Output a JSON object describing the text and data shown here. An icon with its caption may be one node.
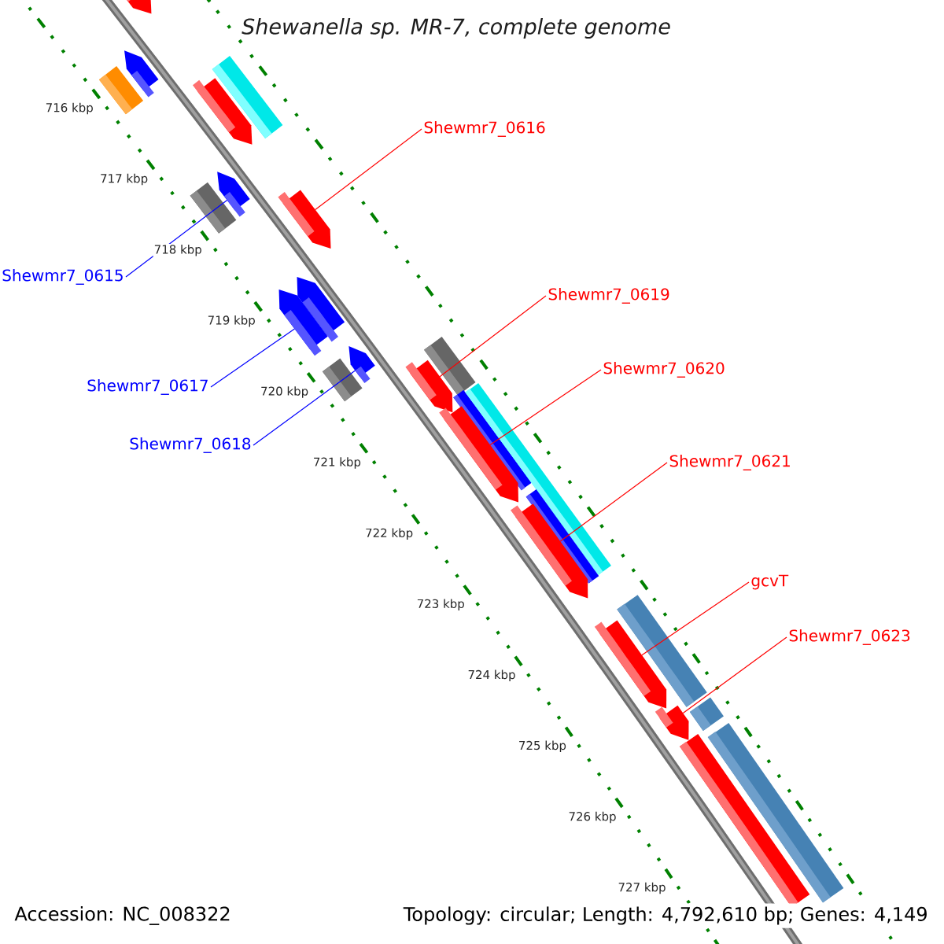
{
  "diagram": {
    "title": "Shewanella sp. MR-7, complete genome",
    "nodes": [
      {
        "text": [
          "Shewmr7_0616"
        ]
      },
      {
        "text": [
          "Shewmr7_0615"
        ]
      },
      {
        "text": [
          "Shewmr7_0619"
        ]
      },
      {
        "text": [
          "Shewmr7_0620"
        ]
      },
      {
        "text": [
          "Shewmr7_0617"
        ]
      },
      {
        "text": [
          "Shewmr7_0618"
        ]
      },
      {
        "text": [
          "Shewmr7_0621"
        ]
      },
      {
        "text": [
          "gcvT"
        ]
      },
      {
        "text": [
          "Shewmr7_0623"
        ]
      },
      {
        "text": [],
        "shape": "arrow"
      },
      {
        "text": [],
        "shape": "arrow"
      },
      {
        "text": [],
        "shape": "box"
      },
      {
        "text": [],
        "shape": "box"
      },
      {
        "text": [],
        "shape": "arrow"
      },
      {
        "text": [],
        "shape": "arrow"
      },
      {
        "text": [],
        "shape": "box"
      },
      {
        "text": [],
        "shape": "arrow"
      },
      {
        "text": [],
        "shape": "arrow"
      },
      {
        "text": [],
        "shape": "arrow"
      },
      {
        "text": [],
        "shape": "arrow"
      },
      {
        "text": [],
        "shape": "box"
      },
      {
        "text": [],
        "shape": "box"
      },
      {
        "text": [],
        "shape": "arrow"
      },
      {
        "text": [],
        "shape": "box"
      },
      {
        "text": [],
        "shape": "arrow"
      },
      {
        "text": [],
        "shape": "box"
      },
      {
        "text": [],
        "shape": "box"
      },
      {
        "text": [],
        "shape": "arrow"
      },
      {
        "text": [],
        "shape": "box"
      },
      {
        "text": [],
        "shape": "arrow"
      },
      {
        "text": [],
        "shape": "box"
      },
      {
        "text": [],
        "shape": "arrow"
      },
      {
        "text": [],
        "shape": "box"
      },
      {
        "text": [],
        "shape": "box"
      }
    ],
    "edges": [
      {
        "from": 0,
        "to": 16,
        "arrow": "none"
      },
      {
        "from": 1,
        "to": 14,
        "arrow": "none",
        "color": "#0000ff"
      },
      {
        "from": 2,
        "to": 22,
        "arrow": "none"
      },
      {
        "from": 3,
        "to": 24,
        "arrow": "none"
      },
      {
        "from": 4,
        "to": 18,
        "arrow": "none",
        "color": "#0000ff"
      },
      {
        "from": 5,
        "to": 19,
        "arrow": "none",
        "color": "#0000ff"
      },
      {
        "from": 6,
        "to": 27,
        "arrow": "none"
      },
      {
        "from": 7,
        "to": 29,
        "arrow": "none"
      },
      {
        "from": 8,
        "to": 31,
        "arrow": "none"
      }
    ],
    "labels": [
      "716 kbp",
      "717 kbp",
      "718 kbp",
      "719 kbp",
      "720 kbp",
      "721 kbp",
      "722 kbp",
      "723 kbp",
      "724 kbp",
      "725 kbp",
      "726 kbp",
      "727 kbp",
      "Accession: NC_008322",
      "Topology: circular; Length: 4,792,610 bp; Genes: 4,149"
    ]
  }
}
